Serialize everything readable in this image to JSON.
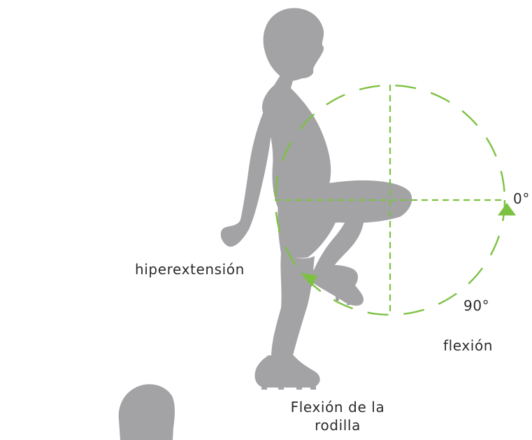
{
  "labels": {
    "zero_deg": "0°",
    "ninety_deg": "90°",
    "flexion": "flexión",
    "hyperextension": "hiperextensión",
    "caption_line1": "Flexión de la",
    "caption_line2": "rodilla"
  },
  "colors": {
    "guide_green": "#7dc142",
    "silhouette_gray": "#a3a3a5",
    "text": "#2b2b2b",
    "background": "#ffffff"
  }
}
